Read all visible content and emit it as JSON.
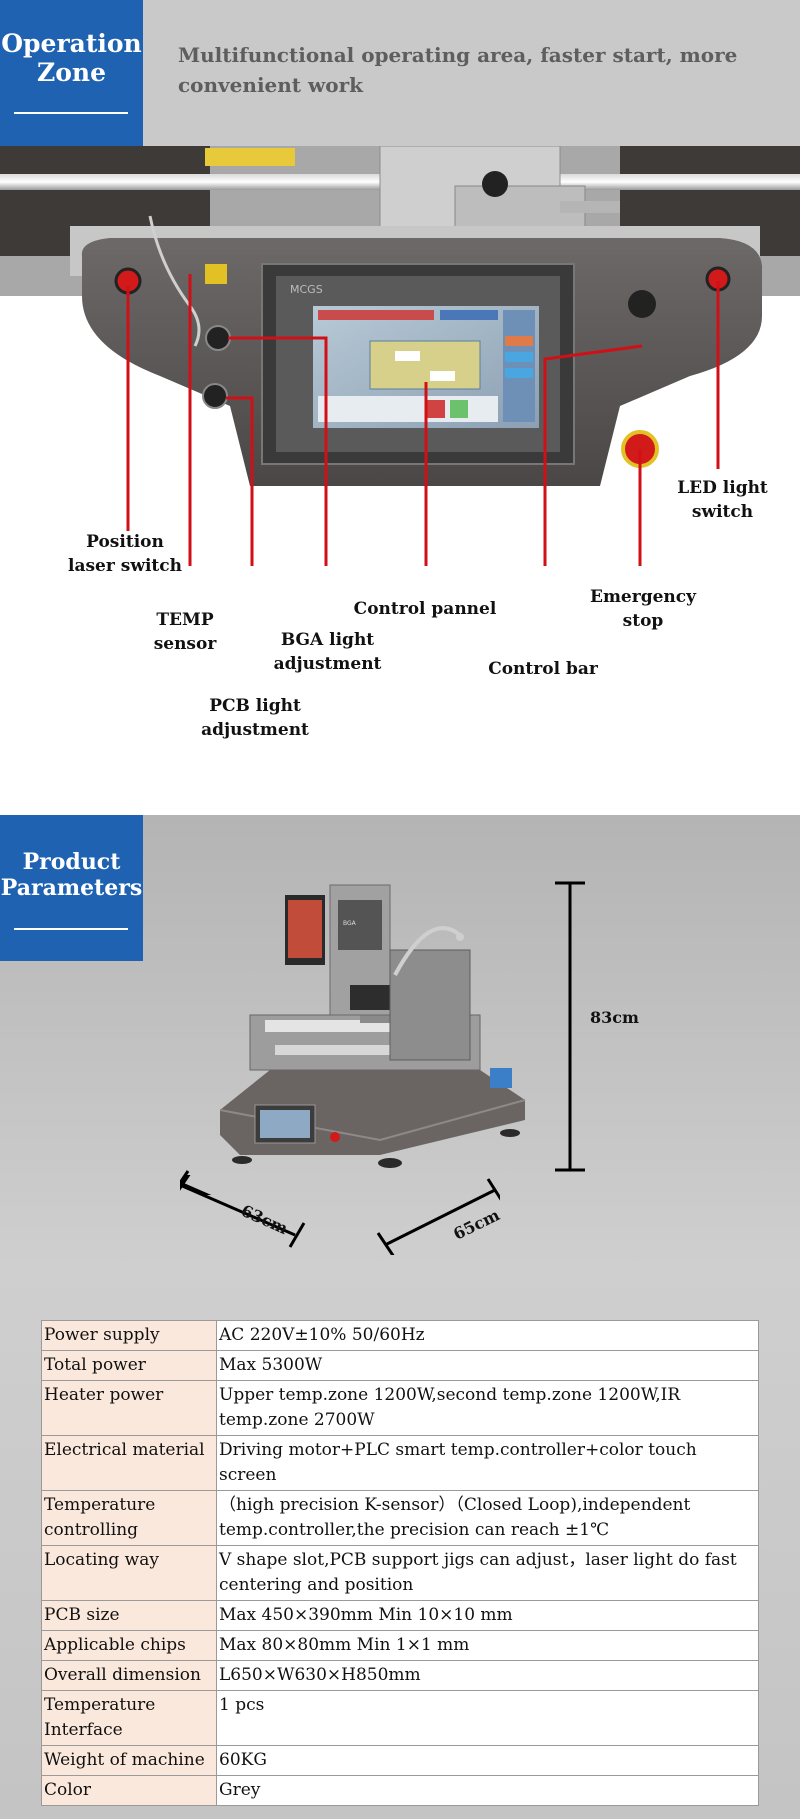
{
  "operation_zone": {
    "badge_line1": "Operation",
    "badge_line2": "Zone",
    "subtitle_line1": "Multifunctional operating area, faster start, more",
    "subtitle_line2": "convenient work",
    "panel_brand": "MCGS",
    "callouts": {
      "position_laser_switch": [
        "Position",
        "laser switch"
      ],
      "temp_sensor": [
        "TEMP",
        "sensor"
      ],
      "bga_light": [
        "BGA light",
        "adjustment"
      ],
      "control_pannel": [
        "Control pannel"
      ],
      "pcb_light": [
        "PCB light",
        "adjustment"
      ],
      "emergency_stop": [
        "Emergency",
        "stop"
      ],
      "control_bar": [
        "Control bar"
      ],
      "led_light_switch": [
        "LED light",
        "switch"
      ]
    }
  },
  "product_parameters": {
    "badge_line1": "Product",
    "badge_line2": "Parameters",
    "dimensions": {
      "height": "83cm",
      "depth": "63cm",
      "width": "65cm"
    },
    "rows": [
      {
        "key": "Power supply",
        "value": "AC 220V±10%  50/60Hz"
      },
      {
        "key": "Total power",
        "value": "Max 5300W"
      },
      {
        "key": "Heater power",
        "value": "Upper temp.zone 1200W,second temp.zone 1200W,IR temp.zone 2700W"
      },
      {
        "key": "Electrical material",
        "value": "Driving motor+PLC smart temp.controller+color touch screen"
      },
      {
        "key": "Temperature controlling",
        "value": "（high precision K-sensor）（Closed Loop),independent temp.controller,the precision can reach ±1℃"
      },
      {
        "key": "Locating way",
        "value": "V shape slot,PCB support jigs can adjust，laser light do fast centering and position"
      },
      {
        "key": "PCB size",
        "value": "Max 450×390mm Min 10×10 mm"
      },
      {
        "key": "Applicable chips",
        "value": "Max 80×80mm Min 1×1 mm"
      },
      {
        "key": "Overall dimension",
        "value": "L650×W630×H850mm"
      },
      {
        "key": "Temperature Interface",
        "value": "1 pcs"
      },
      {
        "key": "Weight of machine",
        "value": "60KG"
      },
      {
        "key": "Color",
        "value": "Grey"
      }
    ]
  },
  "colors": {
    "badge_blue": "#1f62b2",
    "callout_red": "#d10f16",
    "key_cell_bg": "#fbe8dc"
  }
}
